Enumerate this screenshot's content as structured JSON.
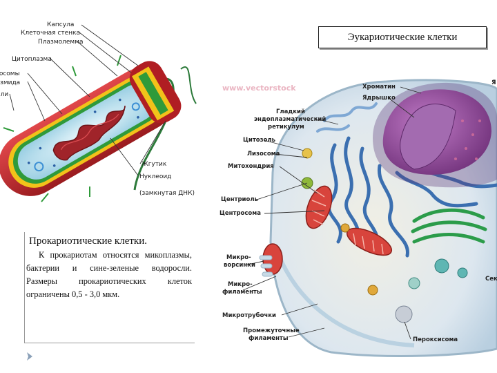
{
  "prokaryote": {
    "labels": {
      "capsule": "Капсула",
      "cell_wall": "Клеточная стенка",
      "plasmalemma": "Плазмолемма",
      "cytoplasm": "Цитоплазма",
      "ribosomes": "Рибосомы",
      "plasmid": "Плазмида",
      "pili": "Пили",
      "flagellum": "Жгутик",
      "nucleoid_1": "Нуклеоид",
      "nucleoid_2": "(замкнутая ДНК)"
    },
    "title": "Прокариотические клетки.",
    "body": "К прокариотам относятся микоплазмы, бактерии и сине-зеленые водоросли. Размеры прокариотических клеток ограничены 0,5 - 3,0 мкм."
  },
  "eukaryote": {
    "title": "Эукариотические клетки",
    "watermark": "www.vectorstock",
    "labels": {
      "chromatin": "Хроматин",
      "nucleolus": "Ядрышко",
      "smooth_er_1": "Гладкий",
      "smooth_er_2": "эндоплазматический",
      "smooth_er_3": "ретикулум",
      "cytosol": "Цитозоль",
      "lysosome": "Лизосома",
      "mitochondrion": "Митохондрия",
      "centriole": "Центриоль",
      "centrosome": "Центросома",
      "microvilli_1": "Микро-",
      "microvilli_2": "ворсинки",
      "microfilaments_1": "Микро-",
      "microfilaments_2": "филаменты",
      "microtubules": "Микротрубочки",
      "intermediate_1": "Промежуточные",
      "intermediate_2": "филаменты",
      "peroxisome": "Пероксисома",
      "right_edge_1": "Я",
      "right_edge_2": "Сек"
    }
  },
  "colors": {
    "capsule_red": "#c3272a",
    "wall_yellow": "#f2c21a",
    "membrane_green": "#2f9a3a",
    "cytoplasm_blue": "#bfe3ef",
    "nucleoid": "#a0242a",
    "nucleus_purple": "#8a4a92",
    "er_blue": "#3b6fb0",
    "mito_red": "#d8443c",
    "golgi_green": "#2b9c4a"
  },
  "icons": {
    "nav": "chevron-arrow-icon"
  }
}
